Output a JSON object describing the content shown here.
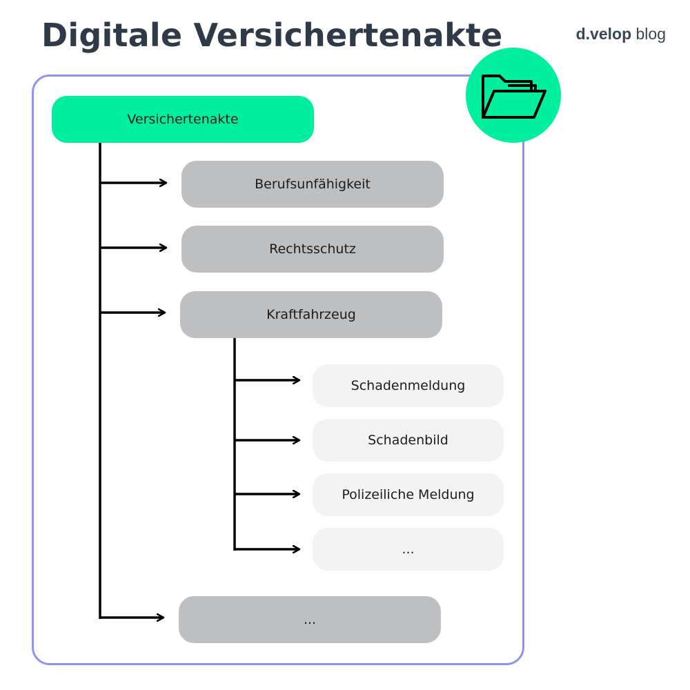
{
  "header": {
    "title": "Digitale Versichertenakte",
    "brand_bold": "d.velop",
    "brand_light": "blog"
  },
  "icons": {
    "badge": "folder-open-icon"
  },
  "colors": {
    "title": "#2e3a47",
    "frame_border": "#8f93ee",
    "accent_green": "#00ef9f",
    "level1_box": "#bdbfc1",
    "level2_box": "#f3f3f3"
  },
  "tree": {
    "root": "Versichertenakte",
    "children": [
      {
        "label": "Berufsunfähigkeit"
      },
      {
        "label": "Rechtsschutz"
      },
      {
        "label": "Kraftfahrzeug",
        "children": [
          {
            "label": "Schadenmeldung"
          },
          {
            "label": "Schadenbild"
          },
          {
            "label": "Polizeiliche Meldung"
          },
          {
            "label": "..."
          }
        ]
      },
      {
        "label": "..."
      }
    ]
  }
}
